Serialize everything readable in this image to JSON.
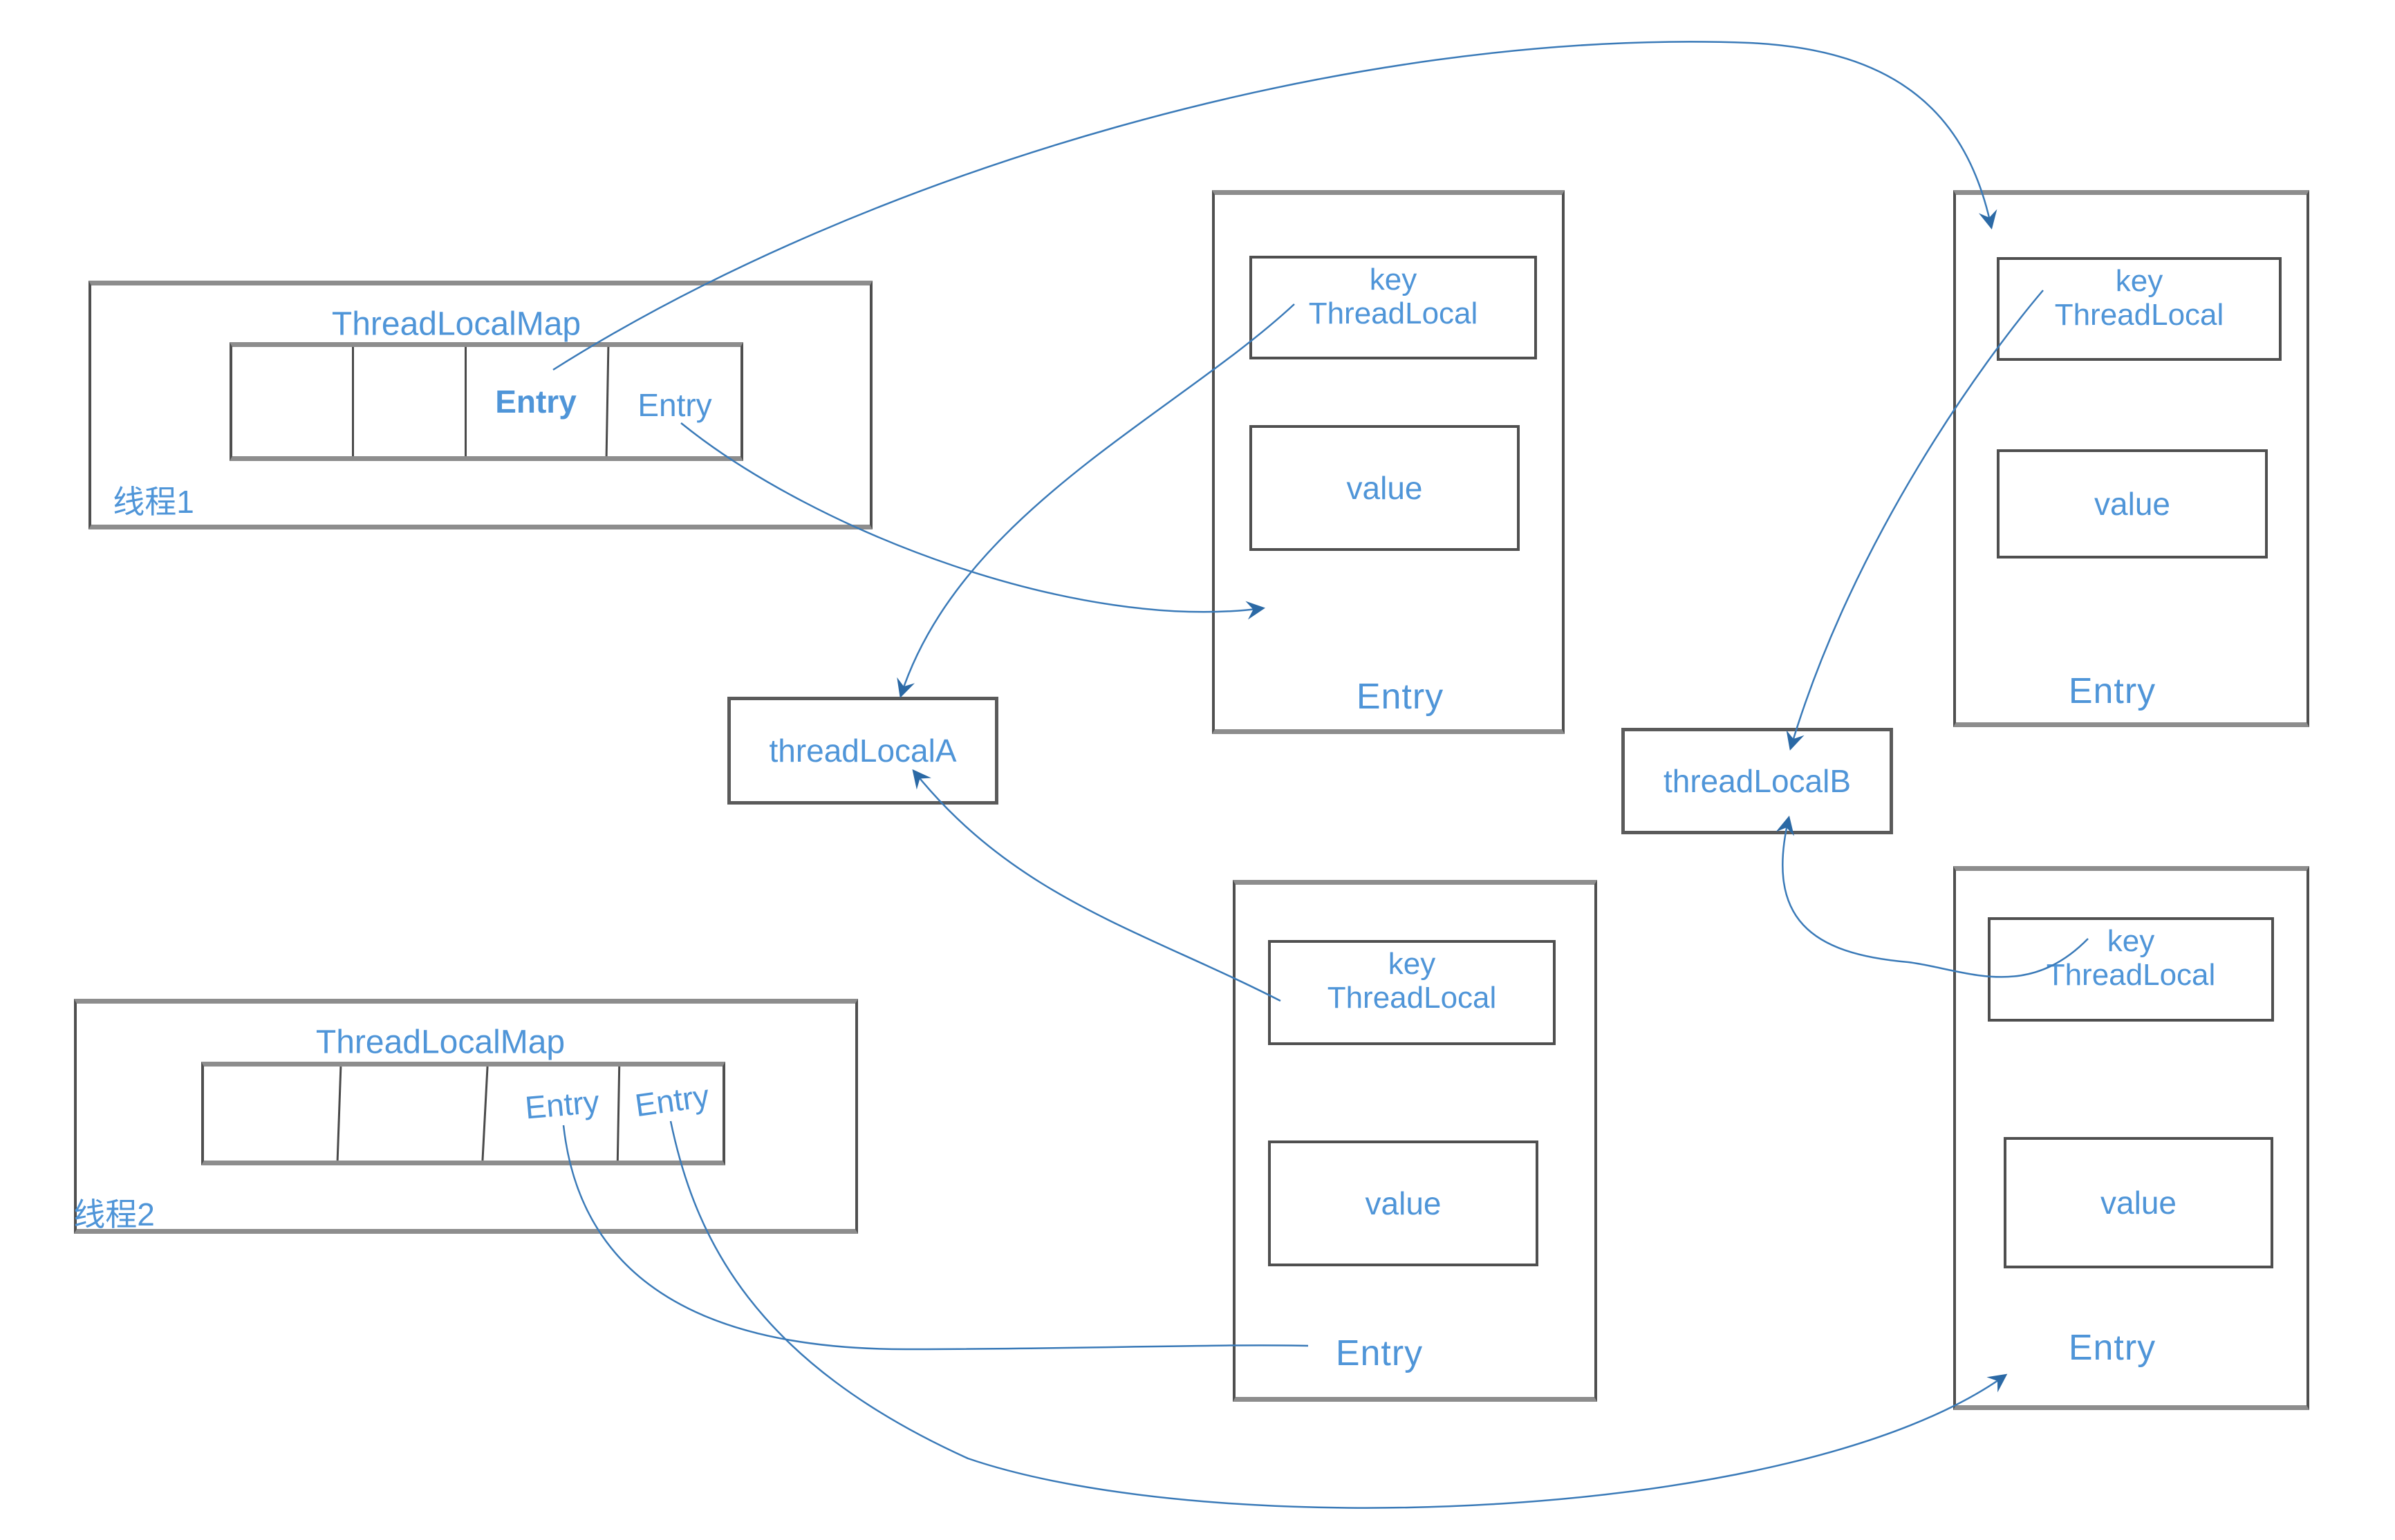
{
  "colors": {
    "text_blue": "#4f95d8",
    "arrow_line_blue": "#3a7ab8",
    "arrowhead_blue": "#2b69a5",
    "box_border_dark_gray": "#4f4f4f",
    "box_border_light_gray": "#8d8d8d"
  },
  "thread1": {
    "map_title": "ThreadLocalMap",
    "thread_label": "线程1",
    "slot3_label": "Entry",
    "slot4_label": "Entry"
  },
  "thread2": {
    "map_title": "ThreadLocalMap",
    "thread_label": "线程2",
    "slot3_label": "Entry",
    "slot4_label": "Entry"
  },
  "entry_top_middle": {
    "key_line1": "key",
    "key_line2": "ThreadLocal",
    "value_label": "value",
    "entry_label": "Entry"
  },
  "entry_top_right": {
    "key_line1": "key",
    "key_line2": "ThreadLocal",
    "value_label": "value",
    "entry_label": "Entry"
  },
  "entry_bottom_middle": {
    "key_line1": "key",
    "key_line2": "ThreadLocal",
    "value_label": "value",
    "entry_label": "Entry"
  },
  "entry_bottom_right": {
    "key_line1": "key",
    "key_line2": "ThreadLocal",
    "value_label": "value",
    "entry_label": "Entry"
  },
  "threadlocal_a": {
    "label": "threadLocalA"
  },
  "threadlocal_b": {
    "label": "threadLocalB"
  }
}
